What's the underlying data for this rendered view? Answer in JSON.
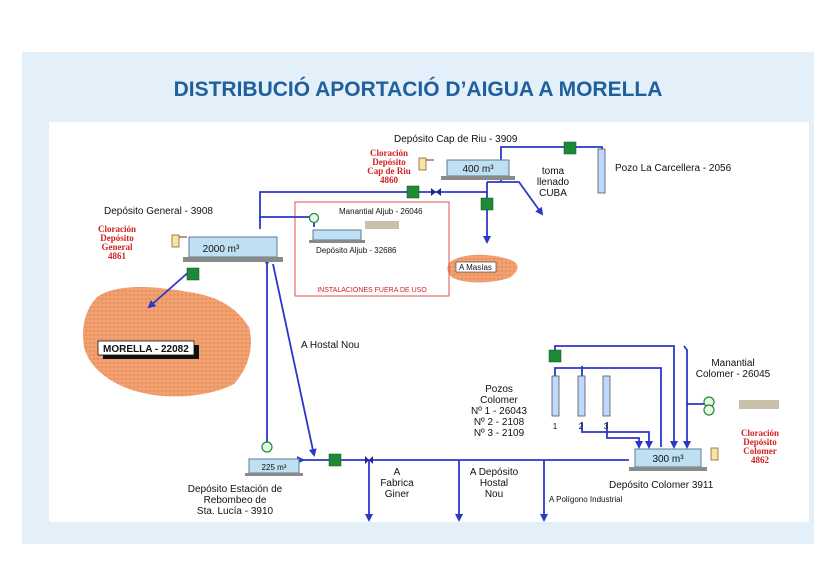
{
  "title": "DISTRIBUCIÓ APORTACIÓ D’AIGUA A MORELLA",
  "colors": {
    "pipe": "#2a38c8",
    "valve": "#1e8a36",
    "chlorine": "#d21f1f",
    "zone": "#f2a070",
    "background": "#e4f0f9",
    "title": "#1f5f9c"
  },
  "labels": {
    "deposito_cap_de_riu": "Depósito Cap de Riu - 3909",
    "cloracion_cap_riu": [
      "Cloración",
      "Depósito",
      "Cap de Riu",
      "4860"
    ],
    "tank_400": "400 m³",
    "toma_llenado": [
      "toma",
      "llenado",
      "CUBA"
    ],
    "pozo_carcellera": "Pozo La Carcellera - 2056",
    "deposito_general": "Depósito General - 3908",
    "cloracion_general": [
      "Cloración",
      "Depósito",
      "General",
      "4861"
    ],
    "tank_2000": "2000 m³",
    "manantial_aljub": "Manantial Aljub - 26046",
    "deposito_aljub": "Depósito Aljub - 32686",
    "instalaciones_fuera": "INSTALACIONES FUERA DE USO",
    "a_masias": "A Masías",
    "morella": "MORELLA - 22082",
    "a_hostal_nou": "A Hostal Nou",
    "pozos_colomer": [
      "Pozos",
      "Colomer",
      "Nº 1 - 26043",
      "Nº 2 - 2108",
      "Nº 3 - 2109"
    ],
    "well_numbers": [
      "1",
      "2",
      "3"
    ],
    "manantial_colomer": [
      "Manantial",
      "Colomer - 26045"
    ],
    "cloracion_colomer": [
      "Cloración",
      "Depósito",
      "Colomer",
      "4862"
    ],
    "tank_300": "300 m³",
    "deposito_colomer": "Depósito Colomer  3911",
    "tank_225": "225 m³",
    "deposito_estacion": [
      "Depósito Estación de",
      "Rebombeo de",
      "Sta. Lucía - 3910"
    ],
    "a_fabrica_giner": [
      "A",
      "Fabrica",
      "Giner"
    ],
    "a_deposito_hostal": [
      "A Depósito",
      "Hostal",
      "Nou"
    ],
    "a_poligono": "A Polígono Industrial"
  }
}
